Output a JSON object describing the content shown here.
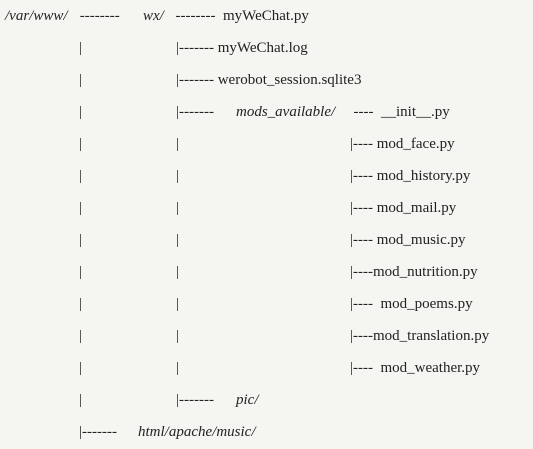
{
  "tree": {
    "rows": [
      {
        "segments": [
          {
            "text": "/var/www/",
            "italic": true
          },
          {
            "text": " --------  ",
            "italic": false
          },
          {
            "text": "wx/",
            "italic": true
          },
          {
            "text": "  --------  myWeChat.py",
            "italic": false
          }
        ]
      },
      {
        "segments": [
          {
            "text": "|",
            "italic": false
          },
          {
            "text": "|------- myWeChat.log",
            "italic": false
          }
        ]
      },
      {
        "segments": [
          {
            "text": "|",
            "italic": false
          },
          {
            "text": "|------- werobot_session.sqlite3",
            "italic": false
          }
        ]
      },
      {
        "segments": [
          {
            "text": "|",
            "italic": false
          },
          {
            "text": "|-------  ",
            "italic": false
          },
          {
            "text": "mods_available/",
            "italic": true
          },
          {
            "text": "  ----  __init__.py",
            "italic": false
          }
        ]
      },
      {
        "segments": [
          {
            "text": "|",
            "italic": false
          },
          {
            "text": "|",
            "italic": false
          },
          {
            "text": "|---- mod_face.py",
            "italic": false
          }
        ]
      },
      {
        "segments": [
          {
            "text": "|",
            "italic": false
          },
          {
            "text": "|",
            "italic": false
          },
          {
            "text": "|---- mod_history.py",
            "italic": false
          }
        ]
      },
      {
        "segments": [
          {
            "text": "|",
            "italic": false
          },
          {
            "text": "|",
            "italic": false
          },
          {
            "text": "|---- mod_mail.py",
            "italic": false
          }
        ]
      },
      {
        "segments": [
          {
            "text": "|",
            "italic": false
          },
          {
            "text": "|",
            "italic": false
          },
          {
            "text": "|---- mod_music.py",
            "italic": false
          }
        ]
      },
      {
        "segments": [
          {
            "text": "|",
            "italic": false
          },
          {
            "text": "|",
            "italic": false
          },
          {
            "text": "|----mod_nutrition.py",
            "italic": false
          }
        ]
      },
      {
        "segments": [
          {
            "text": "|",
            "italic": false
          },
          {
            "text": "|",
            "italic": false
          },
          {
            "text": "|----  mod_poems.py",
            "italic": false
          }
        ]
      },
      {
        "segments": [
          {
            "text": "|",
            "italic": false
          },
          {
            "text": "|",
            "italic": false
          },
          {
            "text": "|----mod_translation.py",
            "italic": false
          }
        ]
      },
      {
        "segments": [
          {
            "text": "|",
            "italic": false
          },
          {
            "text": "|",
            "italic": false
          },
          {
            "text": "|----  mod_weather.py",
            "italic": false
          }
        ]
      },
      {
        "segments": [
          {
            "text": "|",
            "italic": false
          },
          {
            "text": "|-------  ",
            "italic": false
          },
          {
            "text": "pic/",
            "italic": true
          }
        ]
      },
      {
        "segments": [
          {
            "text": "|-------  ",
            "italic": false
          },
          {
            "text": "html/apache/music/",
            "italic": true
          }
        ]
      }
    ]
  }
}
